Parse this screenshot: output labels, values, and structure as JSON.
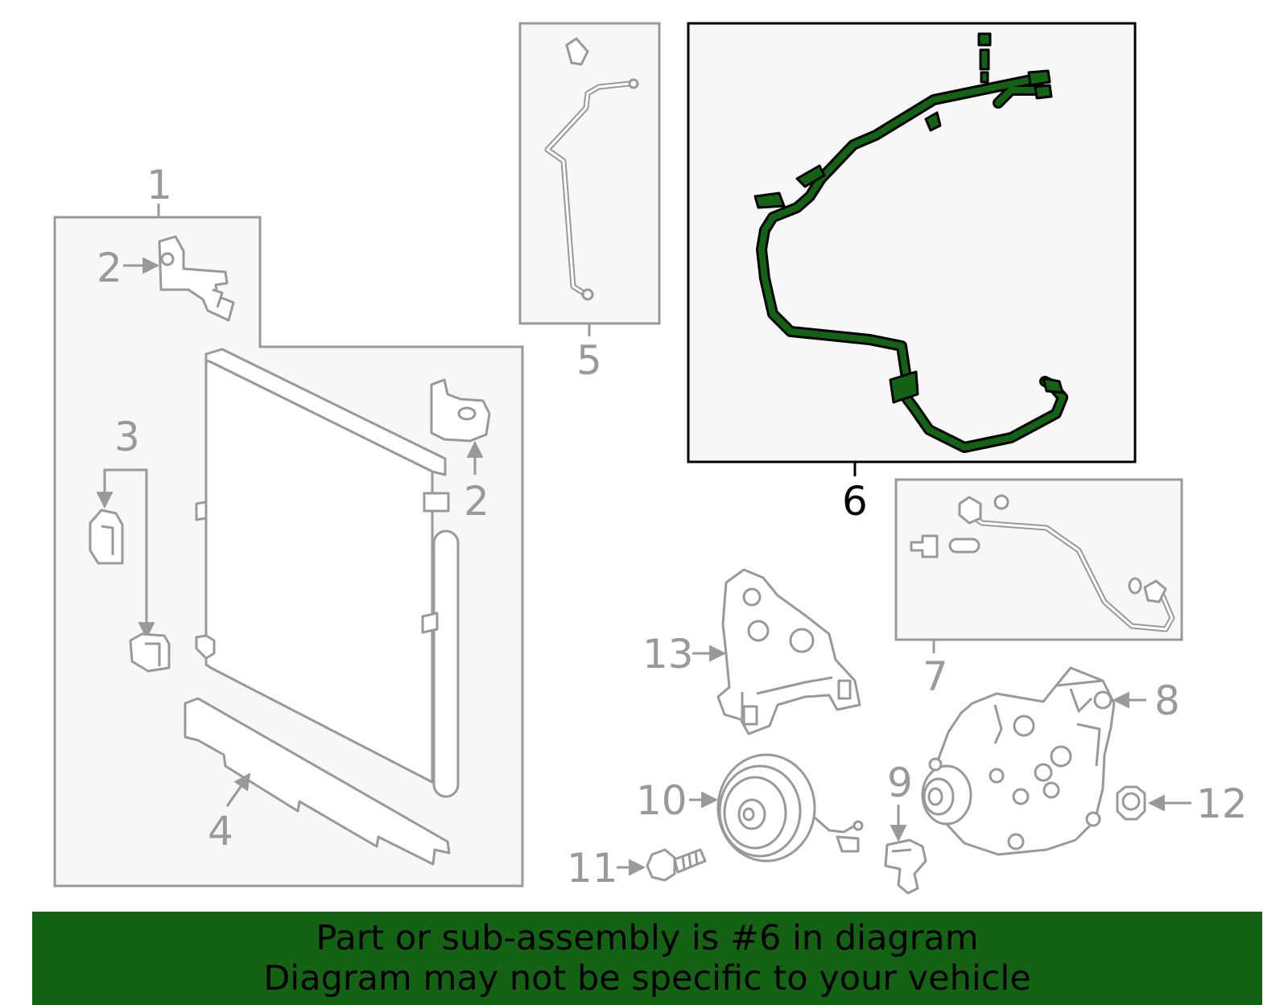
{
  "diagram": {
    "callouts": {
      "c1": "1",
      "c2a": "2",
      "c2b": "2",
      "c3": "3",
      "c4": "4",
      "c5": "5",
      "c6": "6",
      "c7": "7",
      "c8": "8",
      "c9": "9",
      "c10": "10",
      "c11": "11",
      "c12": "12",
      "c13": "13"
    },
    "highlighted_part": "6",
    "colors": {
      "line": "#999999",
      "box_fill": "#f7f7f7",
      "highlight": "#146314",
      "highlight_border": "#000000"
    }
  },
  "banner": {
    "line1": "Part or sub-assembly is #6 in diagram",
    "line2": "Diagram may not be specific to your vehicle",
    "background": "#146314"
  }
}
